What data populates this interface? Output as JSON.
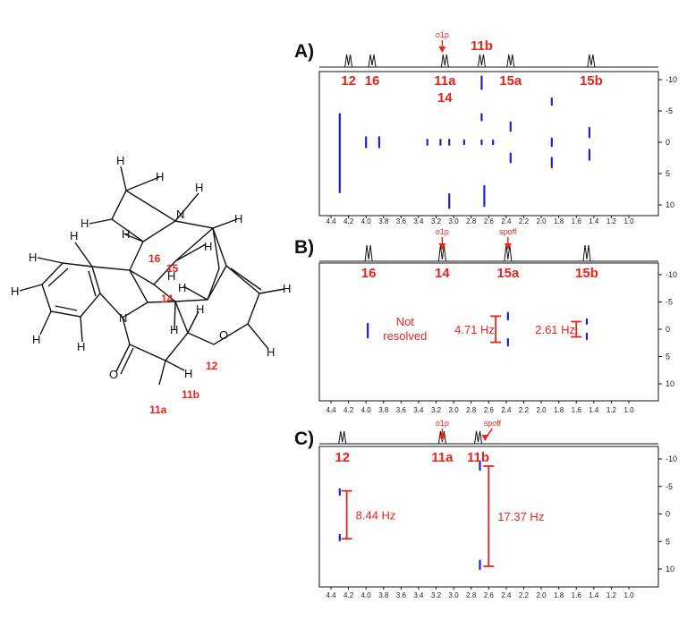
{
  "panels": [
    {
      "id": "A",
      "label": "A)",
      "peak_labels": [
        {
          "text": "12",
          "ppm": 4.2
        },
        {
          "text": "16",
          "ppm": 3.93
        },
        {
          "text": "11a",
          "ppm": 3.1
        },
        {
          "text": "14",
          "ppm": 3.1,
          "row": 2
        },
        {
          "text": "11b",
          "ppm": 2.68,
          "row": 0
        },
        {
          "text": "15a",
          "ppm": 2.35
        },
        {
          "text": "15b",
          "ppm": 1.43
        }
      ],
      "annotations": [
        {
          "text": "o1p",
          "ppm": 3.13
        }
      ],
      "contours": [
        {
          "ppm": 4.3,
          "y_from": -4.5,
          "y_to": 8.0
        },
        {
          "ppm": 4.0,
          "y_from": -0.8,
          "y_to": 0.8
        },
        {
          "ppm": 3.85,
          "y_from": -0.8,
          "y_to": 0.8
        },
        {
          "ppm": 3.3,
          "y_from": -0.4,
          "y_to": 0.4
        },
        {
          "ppm": 3.15,
          "y_from": -0.4,
          "y_to": 0.4
        },
        {
          "ppm": 3.05,
          "y_from": -0.4,
          "y_to": 0.4
        },
        {
          "ppm": 3.05,
          "y_from": 8.3,
          "y_to": 10.5
        },
        {
          "ppm": 2.88,
          "y_from": -0.3,
          "y_to": 0.3
        },
        {
          "ppm": 2.68,
          "y_from": -0.3,
          "y_to": 0.3
        },
        {
          "ppm": 2.68,
          "y_from": -10.5,
          "y_to": -8.5
        },
        {
          "ppm": 2.68,
          "y_from": -4.5,
          "y_to": -3.5
        },
        {
          "ppm": 2.65,
          "y_from": 7.0,
          "y_to": 10.2
        },
        {
          "ppm": 2.55,
          "y_from": -0.3,
          "y_to": 0.3
        },
        {
          "ppm": 2.35,
          "y_from": -3.2,
          "y_to": -1.8
        },
        {
          "ppm": 2.35,
          "y_from": 1.8,
          "y_to": 3.2
        },
        {
          "ppm": 1.88,
          "y_from": -7.0,
          "y_to": -6.0
        },
        {
          "ppm": 1.88,
          "y_from": -0.6,
          "y_to": 0.6
        },
        {
          "ppm": 1.88,
          "y_from": 2.5,
          "y_to": 4.0
        },
        {
          "ppm": 1.45,
          "y_from": -2.3,
          "y_to": -0.8
        },
        {
          "ppm": 1.45,
          "y_from": 1.2,
          "y_to": 2.8
        }
      ]
    },
    {
      "id": "B",
      "label": "B)",
      "peak_labels": [
        {
          "text": "16",
          "ppm": 3.97
        },
        {
          "text": "14",
          "ppm": 3.13
        },
        {
          "text": "15a",
          "ppm": 2.38
        },
        {
          "text": "15b",
          "ppm": 1.48
        }
      ],
      "annotations": [
        {
          "text": "o1p",
          "ppm": 3.13
        },
        {
          "text": "spoff",
          "ppm": 2.38
        }
      ],
      "contours": [
        {
          "ppm": 3.98,
          "y_from": -1.0,
          "y_to": 1.5
        },
        {
          "ppm": 2.38,
          "y_from": -3.0,
          "y_to": -1.8
        },
        {
          "ppm": 2.38,
          "y_from": 1.8,
          "y_to": 3.0
        },
        {
          "ppm": 1.48,
          "y_from": -1.8,
          "y_to": -1.0
        },
        {
          "ppm": 1.48,
          "y_from": 0.8,
          "y_to": 1.8
        }
      ],
      "notes": [
        {
          "line1": "Not",
          "line2": "resolved",
          "ppm": 3.82,
          "y": 0.3
        }
      ],
      "couplings": [
        {
          "text": "4.71 Hz",
          "ppm": 2.52,
          "y_top": -2.4,
          "y_bottom": 2.4
        },
        {
          "text": "2.61 Hz",
          "ppm": 1.6,
          "y_top": -1.4,
          "y_bottom": 1.4
        }
      ]
    },
    {
      "id": "C",
      "label": "C)",
      "peak_labels": [
        {
          "text": "12",
          "ppm": 4.27
        },
        {
          "text": "11a",
          "ppm": 3.13
        },
        {
          "text": "11b",
          "ppm": 2.72
        }
      ],
      "annotations": [
        {
          "text": "o1p",
          "ppm": 3.13
        },
        {
          "text": "spoff",
          "ppm": 2.66
        }
      ],
      "contours": [
        {
          "ppm": 4.3,
          "y_from": -4.5,
          "y_to": -3.5
        },
        {
          "ppm": 4.3,
          "y_from": 3.8,
          "y_to": 4.8
        },
        {
          "ppm": 2.7,
          "y_from": -9.5,
          "y_to": -8.0
        },
        {
          "ppm": 2.7,
          "y_from": 8.5,
          "y_to": 10.0
        }
      ],
      "couplings": [
        {
          "text": "8.44 Hz",
          "ppm": 4.22,
          "y_top": -4.2,
          "y_bottom": 4.5
        },
        {
          "text": "17.37 Hz",
          "ppm": 2.6,
          "y_top": -8.7,
          "y_bottom": 9.5
        }
      ]
    }
  ],
  "x_ticks": [
    4.4,
    4.2,
    4.0,
    3.8,
    3.6,
    3.4,
    3.2,
    3.0,
    2.8,
    2.6,
    2.4,
    2.2,
    2.0,
    1.8,
    1.6,
    1.4,
    1.2,
    1.0
  ],
  "y_ticks": [
    -10,
    -5,
    0,
    5,
    10
  ],
  "molecule": {
    "atoms": {
      "N": "N",
      "O": "O",
      "H": "H"
    },
    "labels": [
      "16",
      "15",
      "14",
      "12",
      "11b",
      "11a"
    ]
  },
  "colors": {
    "label": "#e8231b",
    "contour": "#1c1fd6",
    "spectrum": "#111111"
  }
}
